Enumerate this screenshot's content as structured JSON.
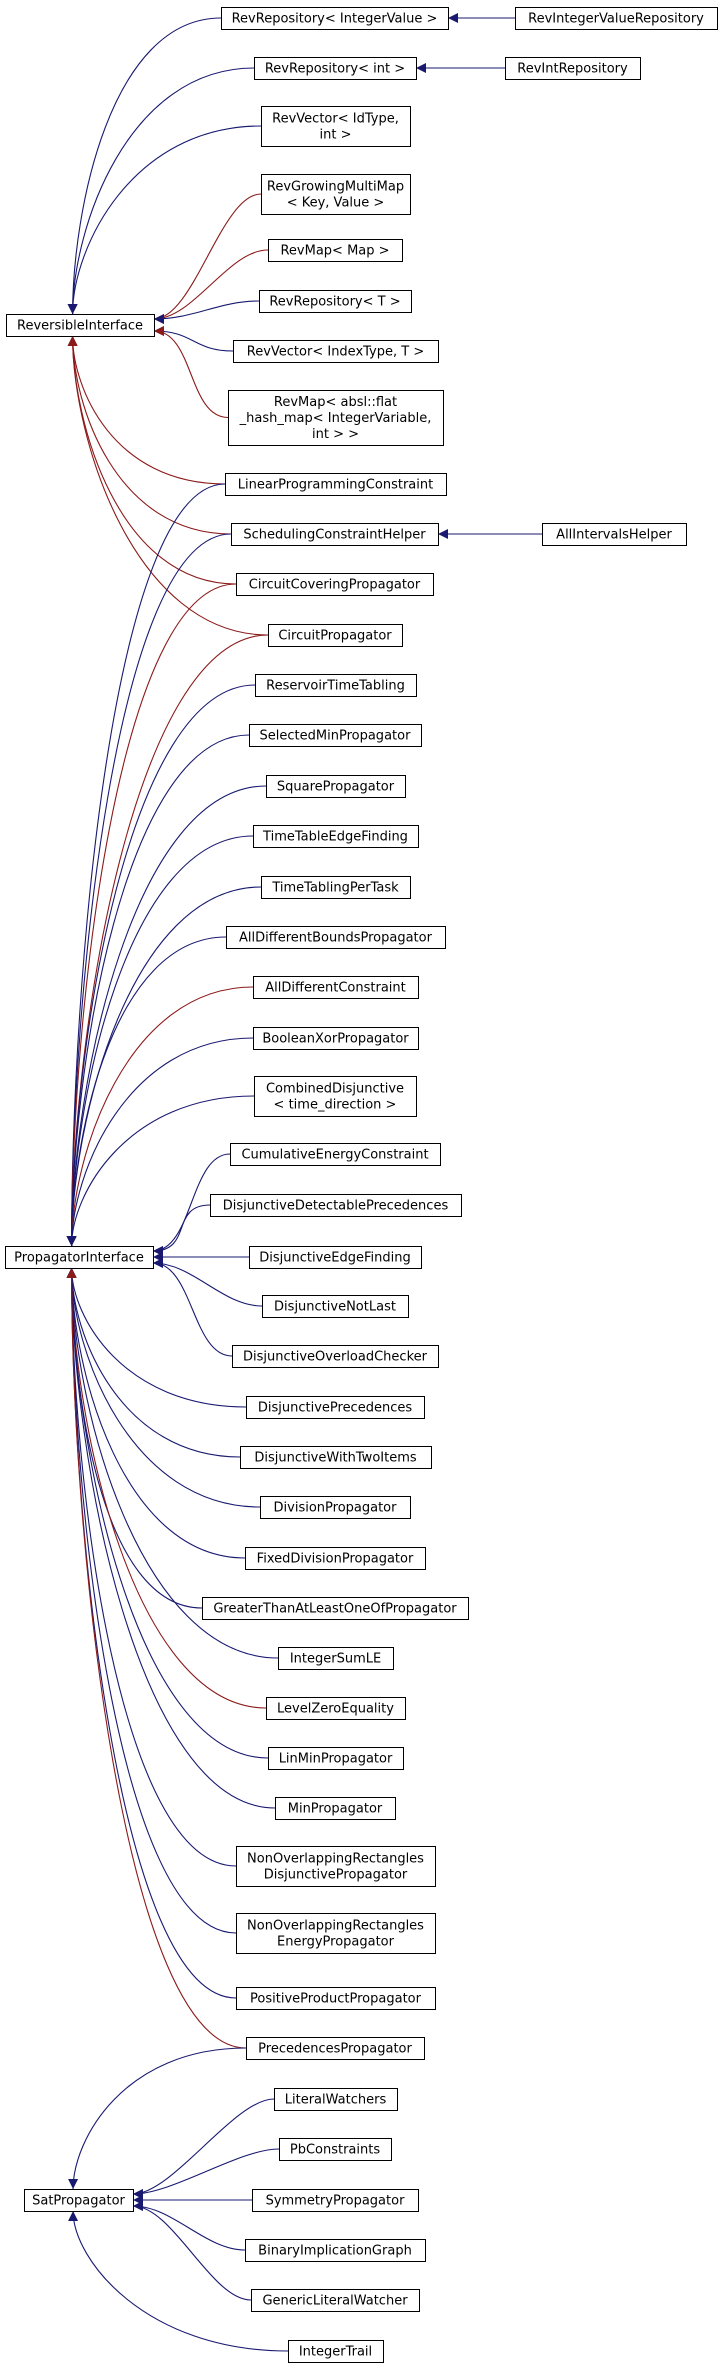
{
  "colors": {
    "inheritance": "#191970",
    "usage": "#8b1a1a",
    "node_border": "#000000",
    "background": "#ffffff"
  },
  "nodes": {
    "reversible_interface": [
      "ReversibleInterface"
    ],
    "rev_repository_integer_value": [
      "RevRepository< IntegerValue >"
    ],
    "rev_integer_value_repository": [
      "RevIntegerValueRepository"
    ],
    "rev_repository_int": [
      "RevRepository< int >"
    ],
    "rev_int_repository": [
      "RevIntRepository"
    ],
    "rev_vector_idtype": [
      "RevVector< IdType,",
      "int >"
    ],
    "rev_growing_multimap": [
      "RevGrowingMultiMap",
      "< Key, Value >"
    ],
    "rev_map_map": [
      "RevMap< Map >"
    ],
    "rev_repository_t": [
      "RevRepository< T >"
    ],
    "rev_vector_indextype": [
      "RevVector< IndexType, T >"
    ],
    "rev_map_flat_hash": [
      "RevMap< absl::flat",
      "_hash_map< IntegerVariable,",
      "int > >"
    ],
    "linear_programming_constraint": [
      "LinearProgrammingConstraint"
    ],
    "scheduling_constraint_helper": [
      "SchedulingConstraintHelper"
    ],
    "all_intervals_helper": [
      "AllIntervalsHelper"
    ],
    "circuit_covering_propagator": [
      "CircuitCoveringPropagator"
    ],
    "circuit_propagator": [
      "CircuitPropagator"
    ],
    "reservoir_time_tabling": [
      "ReservoirTimeTabling"
    ],
    "selected_min_propagator": [
      "SelectedMinPropagator"
    ],
    "square_propagator": [
      "SquarePropagator"
    ],
    "time_table_edge_finding": [
      "TimeTableEdgeFinding"
    ],
    "time_tabling_per_task": [
      "TimeTablingPerTask"
    ],
    "all_different_bounds_propagator": [
      "AllDifferentBoundsPropagator"
    ],
    "all_different_constraint": [
      "AllDifferentConstraint"
    ],
    "boolean_xor_propagator": [
      "BooleanXorPropagator"
    ],
    "combined_disjunctive": [
      "CombinedDisjunctive",
      "< time_direction >"
    ],
    "cumulative_energy_constraint": [
      "CumulativeEnergyConstraint"
    ],
    "disjunctive_detectable_precedences": [
      "DisjunctiveDetectablePrecedences"
    ],
    "propagator_interface": [
      "PropagatorInterface"
    ],
    "disjunctive_edge_finding": [
      "DisjunctiveEdgeFinding"
    ],
    "disjunctive_not_last": [
      "DisjunctiveNotLast"
    ],
    "disjunctive_overload_checker": [
      "DisjunctiveOverloadChecker"
    ],
    "disjunctive_precedences": [
      "DisjunctivePrecedences"
    ],
    "disjunctive_with_two_items": [
      "DisjunctiveWithTwoItems"
    ],
    "division_propagator": [
      "DivisionPropagator"
    ],
    "fixed_division_propagator": [
      "FixedDivisionPropagator"
    ],
    "greater_than_at_least_one_of_propagator": [
      "GreaterThanAtLeastOneOfPropagator"
    ],
    "integer_sum_le": [
      "IntegerSumLE"
    ],
    "level_zero_equality": [
      "LevelZeroEquality"
    ],
    "lin_min_propagator": [
      "LinMinPropagator"
    ],
    "min_propagator": [
      "MinPropagator"
    ],
    "non_overlapping_rectangles_disjunctive": [
      "NonOverlappingRectangles",
      "DisjunctivePropagator"
    ],
    "non_overlapping_rectangles_energy": [
      "NonOverlappingRectangles",
      "EnergyPropagator"
    ],
    "positive_product_propagator": [
      "PositiveProductPropagator"
    ],
    "precedences_propagator": [
      "PrecedencesPropagator"
    ],
    "sat_propagator": [
      "SatPropagator"
    ],
    "literal_watchers": [
      "LiteralWatchers"
    ],
    "pb_constraints": [
      "PbConstraints"
    ],
    "symmetry_propagator": [
      "SymmetryPropagator"
    ],
    "binary_implication_graph": [
      "BinaryImplicationGraph"
    ],
    "generic_literal_watcher": [
      "GenericLiteralWatcher"
    ],
    "integer_trail": [
      "IntegerTrail"
    ]
  },
  "edges": [
    {
      "from": "rev_repository_integer_value",
      "to": "reversible_interface",
      "kind": "inheritance"
    },
    {
      "from": "rev_repository_int",
      "to": "reversible_interface",
      "kind": "inheritance"
    },
    {
      "from": "rev_vector_idtype",
      "to": "reversible_interface",
      "kind": "inheritance"
    },
    {
      "from": "rev_growing_multimap",
      "to": "reversible_interface",
      "kind": "usage"
    },
    {
      "from": "rev_map_map",
      "to": "reversible_interface",
      "kind": "usage"
    },
    {
      "from": "rev_repository_t",
      "to": "reversible_interface",
      "kind": "inheritance"
    },
    {
      "from": "rev_vector_indextype",
      "to": "reversible_interface",
      "kind": "inheritance"
    },
    {
      "from": "rev_map_flat_hash",
      "to": "reversible_interface",
      "kind": "usage"
    },
    {
      "from": "linear_programming_constraint",
      "to": "reversible_interface",
      "kind": "usage"
    },
    {
      "from": "scheduling_constraint_helper",
      "to": "reversible_interface",
      "kind": "usage"
    },
    {
      "from": "circuit_covering_propagator",
      "to": "reversible_interface",
      "kind": "usage"
    },
    {
      "from": "circuit_propagator",
      "to": "reversible_interface",
      "kind": "usage"
    },
    {
      "from": "rev_integer_value_repository",
      "to": "rev_repository_integer_value",
      "kind": "inheritance"
    },
    {
      "from": "rev_int_repository",
      "to": "rev_repository_int",
      "kind": "inheritance"
    },
    {
      "from": "all_intervals_helper",
      "to": "scheduling_constraint_helper",
      "kind": "inheritance"
    },
    {
      "from": "linear_programming_constraint",
      "to": "propagator_interface",
      "kind": "inheritance"
    },
    {
      "from": "scheduling_constraint_helper",
      "to": "propagator_interface",
      "kind": "inheritance"
    },
    {
      "from": "circuit_covering_propagator",
      "to": "propagator_interface",
      "kind": "usage"
    },
    {
      "from": "circuit_propagator",
      "to": "propagator_interface",
      "kind": "usage"
    },
    {
      "from": "reservoir_time_tabling",
      "to": "propagator_interface",
      "kind": "inheritance"
    },
    {
      "from": "selected_min_propagator",
      "to": "propagator_interface",
      "kind": "inheritance"
    },
    {
      "from": "square_propagator",
      "to": "propagator_interface",
      "kind": "inheritance"
    },
    {
      "from": "time_table_edge_finding",
      "to": "propagator_interface",
      "kind": "inheritance"
    },
    {
      "from": "time_tabling_per_task",
      "to": "propagator_interface",
      "kind": "inheritance"
    },
    {
      "from": "all_different_bounds_propagator",
      "to": "propagator_interface",
      "kind": "inheritance"
    },
    {
      "from": "all_different_constraint",
      "to": "propagator_interface",
      "kind": "usage"
    },
    {
      "from": "boolean_xor_propagator",
      "to": "propagator_interface",
      "kind": "inheritance"
    },
    {
      "from": "combined_disjunctive",
      "to": "propagator_interface",
      "kind": "inheritance"
    },
    {
      "from": "cumulative_energy_constraint",
      "to": "propagator_interface",
      "kind": "inheritance"
    },
    {
      "from": "disjunctive_detectable_precedences",
      "to": "propagator_interface",
      "kind": "inheritance"
    },
    {
      "from": "disjunctive_edge_finding",
      "to": "propagator_interface",
      "kind": "inheritance"
    },
    {
      "from": "disjunctive_not_last",
      "to": "propagator_interface",
      "kind": "inheritance"
    },
    {
      "from": "disjunctive_overload_checker",
      "to": "propagator_interface",
      "kind": "inheritance"
    },
    {
      "from": "disjunctive_precedences",
      "to": "propagator_interface",
      "kind": "inheritance"
    },
    {
      "from": "disjunctive_with_two_items",
      "to": "propagator_interface",
      "kind": "inheritance"
    },
    {
      "from": "division_propagator",
      "to": "propagator_interface",
      "kind": "inheritance"
    },
    {
      "from": "fixed_division_propagator",
      "to": "propagator_interface",
      "kind": "inheritance"
    },
    {
      "from": "greater_than_at_least_one_of_propagator",
      "to": "propagator_interface",
      "kind": "inheritance"
    },
    {
      "from": "integer_sum_le",
      "to": "propagator_interface",
      "kind": "inheritance"
    },
    {
      "from": "level_zero_equality",
      "to": "propagator_interface",
      "kind": "usage"
    },
    {
      "from": "lin_min_propagator",
      "to": "propagator_interface",
      "kind": "inheritance"
    },
    {
      "from": "min_propagator",
      "to": "propagator_interface",
      "kind": "inheritance"
    },
    {
      "from": "non_overlapping_rectangles_disjunctive",
      "to": "propagator_interface",
      "kind": "inheritance"
    },
    {
      "from": "non_overlapping_rectangles_energy",
      "to": "propagator_interface",
      "kind": "inheritance"
    },
    {
      "from": "positive_product_propagator",
      "to": "propagator_interface",
      "kind": "inheritance"
    },
    {
      "from": "precedences_propagator",
      "to": "propagator_interface",
      "kind": "usage"
    },
    {
      "from": "precedences_propagator",
      "to": "sat_propagator",
      "kind": "inheritance"
    },
    {
      "from": "literal_watchers",
      "to": "sat_propagator",
      "kind": "inheritance"
    },
    {
      "from": "pb_constraints",
      "to": "sat_propagator",
      "kind": "inheritance"
    },
    {
      "from": "symmetry_propagator",
      "to": "sat_propagator",
      "kind": "inheritance"
    },
    {
      "from": "binary_implication_graph",
      "to": "sat_propagator",
      "kind": "inheritance"
    },
    {
      "from": "generic_literal_watcher",
      "to": "sat_propagator",
      "kind": "inheritance"
    },
    {
      "from": "integer_trail",
      "to": "sat_propagator",
      "kind": "inheritance"
    }
  ]
}
